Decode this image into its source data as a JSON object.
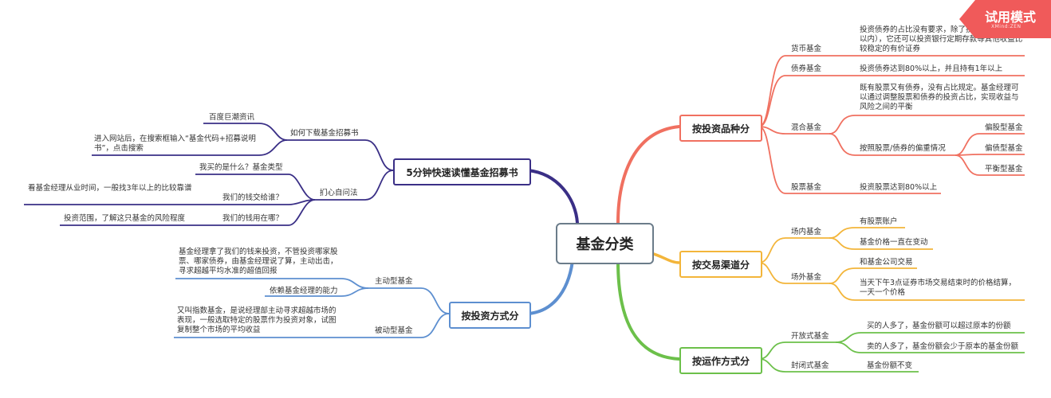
{
  "colors": {
    "red": "#f07060",
    "orange": "#f3b53a",
    "green": "#6cc04a",
    "navy": "#3a2f86",
    "blue": "#5d8fd0",
    "center_border": "#6b7c8a",
    "badge": "#f05a5a"
  },
  "watermark": {
    "title": "试用模式",
    "brand": "XMind:ZEN"
  },
  "center": "基金分类",
  "branches": {
    "product": {
      "title": "按投资品种分",
      "items": {
        "money": {
          "label": "货币基金",
          "desc": "投资债券的占比没有要求，除了投资债券（1年以内），它还可以投资银行定期存款等其他收益比较稳定的有价证券"
        },
        "bond": {
          "label": "债券基金",
          "desc": "投资债券达到80%以上，并且持有1年以上"
        },
        "mixed": {
          "label": "混合基金",
          "desc": "既有股票又有债券，没有占比规定。基金经理可以通过调整股票和债券的投资占比，实现收益与风险之间的平衡",
          "bias": {
            "label": "按照股票/债券的偏重情况",
            "options": [
              "偏股型基金",
              "偏债型基金",
              "平衡型基金"
            ]
          }
        },
        "stock": {
          "label": "股票基金",
          "desc": "投资股票达到80%以上"
        }
      }
    },
    "channel": {
      "title": "按交易渠道分",
      "items": {
        "onsite": {
          "label": "场内基金",
          "points": [
            "有股票账户",
            "基金价格一直在变动"
          ]
        },
        "offsite": {
          "label": "场外基金",
          "points": [
            "和基金公司交易",
            "当天下午3点证券市场交易结束时的价格结算，一天一个价格"
          ]
        }
      }
    },
    "operation": {
      "title": "按运作方式分",
      "items": {
        "open": {
          "label": "开放式基金",
          "points": [
            "买的人多了，基金份额可以超过原本的份额",
            "卖的人多了，基金份额会少于原本的基金份额"
          ]
        },
        "closed": {
          "label": "封闭式基金",
          "points": [
            "基金份额不变"
          ]
        }
      }
    },
    "prospectus": {
      "title": "5分钟快速读懂基金招募书",
      "download": {
        "label": "如何下载基金招募书",
        "points": [
          "百度巨潮资讯",
          "进入网站后，在搜索框输入“基金代码+招募说明书”，点击搜索"
        ]
      },
      "ask": {
        "label": "扪心自问法",
        "q1": "我买的是什么？基金类型",
        "q2": "我们的钱交给谁？",
        "a2": "看基金经理从业时间，一般找3年以上的比较靠谱",
        "q3": "我们的钱用在哪？",
        "a3": "投资范围，了解这只基金的风险程度"
      }
    },
    "method": {
      "title": "按投资方式分",
      "active": {
        "label": "主动型基金",
        "desc": "基金经理拿了我们的钱来投资，不管投资哪家股票、哪家债券，由基金经理说了算，主动出击，寻求超越平均水准的超值回报",
        "reliance": "依赖基金经理的能力"
      },
      "passive": {
        "label": "被动型基金",
        "desc": "又叫指数基金，是说经理部主动寻求超越市场的表现，一般选取特定的股票作为投资对象，试图复制整个市场的平均收益"
      }
    }
  }
}
